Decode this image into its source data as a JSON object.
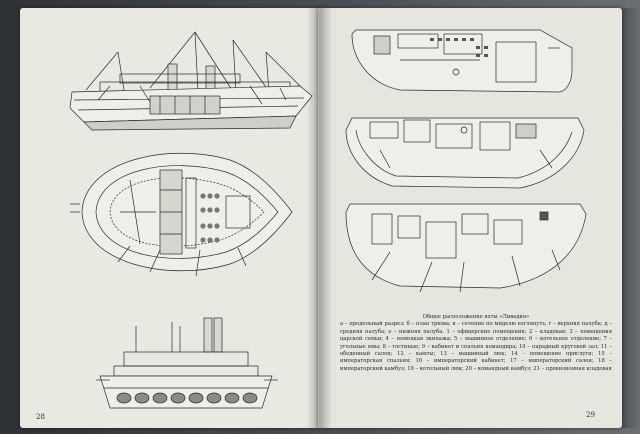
{
  "book": {
    "left_page_number": "28",
    "right_page_number": "29"
  },
  "caption": {
    "title": "Общее расположение яхты «Ливадия»",
    "body": "а – продольный разрез; б – план трюма; в – сечение по миделю взглянуть; г – верхняя палуба; д – средняя палуба; е – нижняя палуба. 1 – офицерские помещения; 2 – кладовая; 3 – помещения царской семьи; 4 – немецкая экипажа; 5 – машинное отделение; 6 – котельное отделение; 7 – угольные ямы; 8 – гостиные; 9 – кабинет и спальня командира; 10 – парадный круговой зал; 11 – обеденный салон; 12 – каюты; 13 – машинный люк; 14 – помещение прислуги; 15 – императорская спальня; 16 – императорский кабинет; 17 – императорский салон; 18 – императорский камбуз; 19 – котельный люк; 20 – командный камбуз; 21 – провизионная кладовая"
  }
}
